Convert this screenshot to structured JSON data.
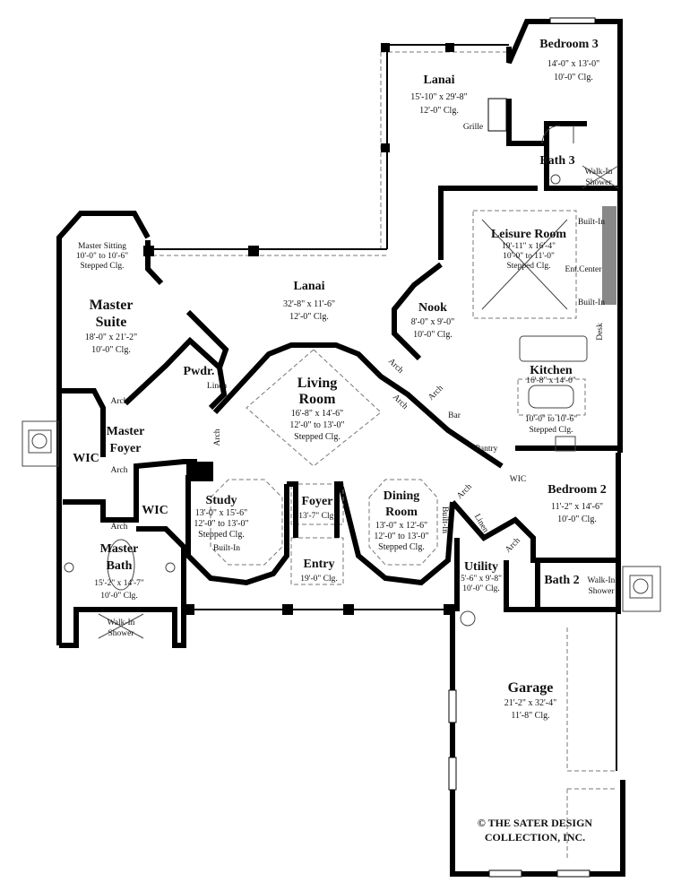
{
  "plan": {
    "rooms": {
      "bedroom3": {
        "name": "Bedroom 3",
        "dims": "14'-0\" x 13'-0\"",
        "clg": "10'-0\" Clg."
      },
      "lanai_upper": {
        "name": "Lanai",
        "dims": "15'-10\" x 29'-8\"",
        "clg": "12'-0\" Clg."
      },
      "bath3": {
        "name": "Bath 3"
      },
      "leisure": {
        "name": "Leisure Room",
        "dims": "19'-11\" x 16'-4\"",
        "clg": "10'-0\" to 11'-0\"",
        "clg2": "Stepped Clg."
      },
      "nook": {
        "name": "Nook",
        "dims": "8'-0\" x 9'-0\"",
        "clg": "10'-0\" Clg."
      },
      "kitchen": {
        "name": "Kitchen",
        "dims": "16'-8\" x 14'-0\"",
        "clg": "10'-0\" to 10'-6\"",
        "clg2": "Stepped Clg."
      },
      "bar": {
        "name": "Bar"
      },
      "pantry": {
        "name": "Pantry"
      },
      "lanai_main": {
        "name": "Lanai",
        "dims": "32'-8\" x 11'-6\"",
        "clg": "12'-0\" Clg."
      },
      "master_sitting": {
        "name": "Master Sitting",
        "clg": "10'-0\" to 10'-6\"",
        "clg2": "Stepped Clg."
      },
      "master_suite": {
        "name1": "Master",
        "name2": "Suite",
        "dims": "18'-0\" x 21'-2\"",
        "clg": "10'-0\" Clg."
      },
      "pwdr": {
        "name": "Pwdr."
      },
      "living": {
        "name1": "Living",
        "name2": "Room",
        "dims": "16'-8\" x 14'-6\"",
        "clg": "12'-0\" to 13'-0\"",
        "clg2": "Stepped Clg."
      },
      "master_foyer": {
        "name1": "Master",
        "name2": "Foyer"
      },
      "wic1": {
        "name": "WIC"
      },
      "wic2": {
        "name": "WIC"
      },
      "study": {
        "name": "Study",
        "dims": "13'-0\" x 15'-6\"",
        "clg": "12'-0\" to 13'-0\"",
        "clg2": "Stepped Clg."
      },
      "foyer": {
        "name": "Foyer",
        "clg": "13'-7\" Clg."
      },
      "dining": {
        "name1": "Dining",
        "name2": "Room",
        "dims": "13'-0\" x 12'-6\"",
        "clg": "12'-0\" to 13'-0\"",
        "clg2": "Stepped Clg."
      },
      "entry": {
        "name": "Entry",
        "clg": "19'-0\" Clg."
      },
      "master_bath": {
        "name1": "Master",
        "name2": "Bath",
        "dims": "15'-2\" x 14'-7\"",
        "clg": "10'-0\" Clg."
      },
      "bedroom2": {
        "name": "Bedroom 2",
        "dims": "11'-2\" x 14'-6\"",
        "clg": "10'-0\" Clg."
      },
      "wic3": {
        "name": "WIC"
      },
      "utility": {
        "name": "Utility",
        "dims": "5'-6\" x 9'-8\"",
        "clg": "10'-0\" Clg."
      },
      "bath2": {
        "name": "Bath 2"
      },
      "garage": {
        "name": "Garage",
        "dims": "21'-2\" x 32'-4\"",
        "clg": "11'-8\" Clg."
      }
    },
    "labels": {
      "grille": "Grille",
      "built_in": "Built-In",
      "ent_center": "Ent.Center",
      "desk": "Desk",
      "linen": "Linen",
      "arch": "Arch",
      "walk_in": "Walk-In",
      "shower": "Shower"
    },
    "copyright": {
      "line1": "© THE SATER DESIGN",
      "line2": "COLLECTION, INC."
    }
  }
}
